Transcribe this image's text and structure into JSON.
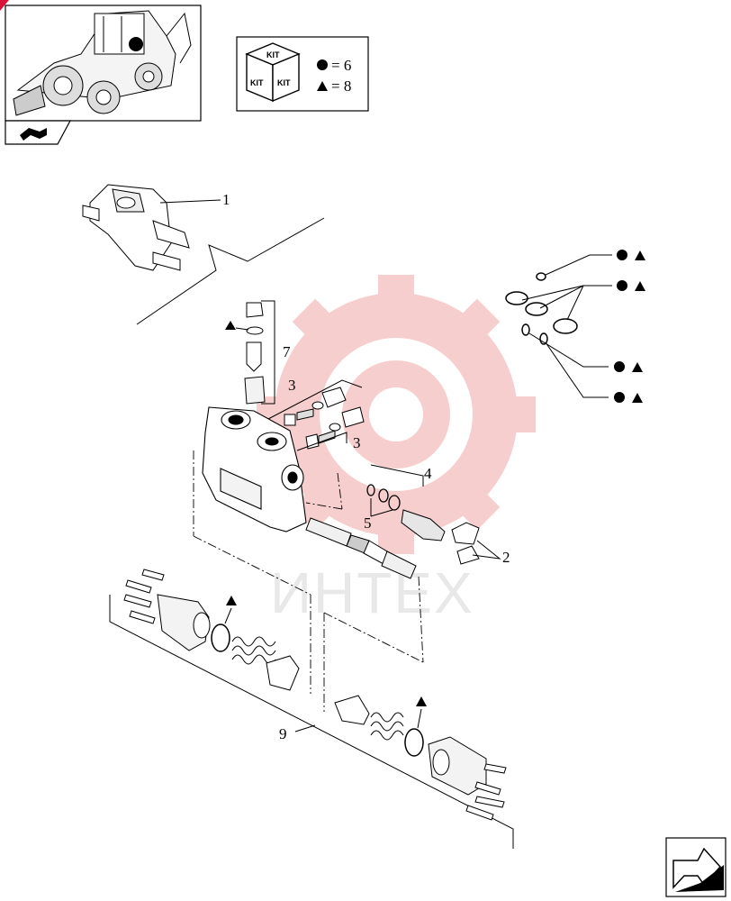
{
  "kit_legend": {
    "kit_word": "KIT",
    "circle_count": "= 6",
    "triangle_count": "= 8"
  },
  "callouts": {
    "c1": "1",
    "c2": "2",
    "c3a": "3",
    "c3b": "3",
    "c4": "4",
    "c5": "5",
    "c7": "7",
    "c9": "9"
  },
  "watermark": "ИНТЕХ",
  "colors": {
    "line": "#000000",
    "watermark_gear": "#f7c9c9",
    "watermark_text": "#e8e8e8",
    "corner_accent": "#d8143a"
  },
  "icons": [
    "backhoe-loader-thumbnail",
    "kit-cube-icon",
    "navigation-arrow-icon",
    "next-page-arrow-icon"
  ]
}
